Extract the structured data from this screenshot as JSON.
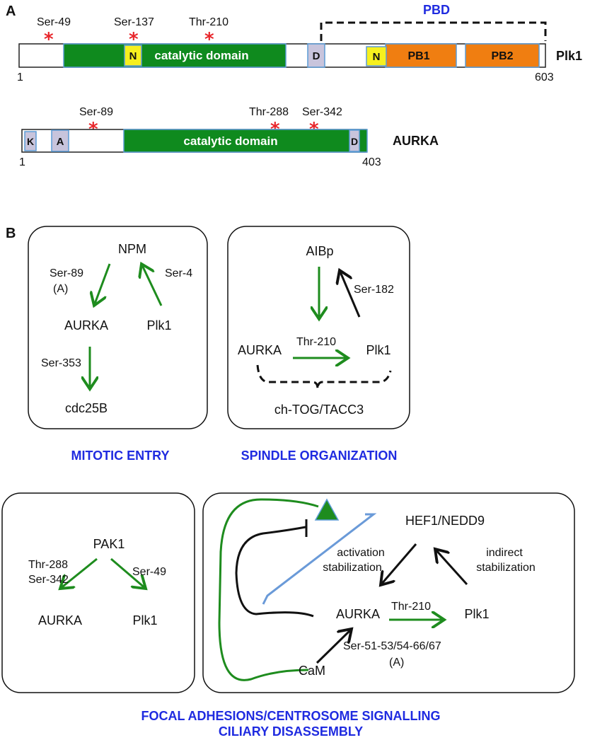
{
  "panel_labels": {
    "a": "A",
    "b": "B"
  },
  "plk1": {
    "name": "Plk1",
    "start": "1",
    "end": "603",
    "sites": [
      "Ser-49",
      "Ser-137",
      "Thr-210"
    ],
    "catalytic": "catalytic domain",
    "n_box": "N",
    "d_box": "D",
    "n_box2": "N",
    "pb1": "PB1",
    "pb2": "PB2",
    "pbd": "PBD"
  },
  "aurka": {
    "name": "AURKA",
    "start": "1",
    "end": "403",
    "sites": [
      "Ser-89",
      "Thr-288",
      "Ser-342"
    ],
    "k_box": "K",
    "a_box": "A",
    "catalytic": "catalytic domain",
    "d_box": "D"
  },
  "star": "*",
  "mitotic": {
    "npm": "NPM",
    "aurka": "AURKA",
    "plk1": "Plk1",
    "cdc25b": "cdc25B",
    "ser89": "Ser-89",
    "ser89_a": "(A)",
    "ser4": "Ser-4",
    "ser353": "Ser-353",
    "caption": "MITOTIC ENTRY"
  },
  "spindle": {
    "aibp": "AIBp",
    "aurka": "AURKA",
    "plk1": "Plk1",
    "thr210": "Thr-210",
    "ser182": "Ser-182",
    "chtog": "ch-TOG/TACC3",
    "caption": "SPINDLE ORGANIZATION"
  },
  "focal": {
    "pak1": "PAK1",
    "thr288": "Thr-288",
    "ser342": "Ser-342",
    "ser49": "Ser-49",
    "aurka": "AURKA",
    "plk1": "Plk1"
  },
  "cilia": {
    "hef1": "HEF1/NEDD9",
    "activation": "activation",
    "stabilization": "stabilization",
    "indirect": "indirect",
    "stabilization2": "stabilization",
    "aurka": "AURKA",
    "thr210": "Thr-210",
    "plk1": "Plk1",
    "sites": "Ser-51-53/54-66/67",
    "sites_a": "(A)",
    "cam": "CaM"
  },
  "caption_bottom_1": "FOCAL ADHESIONS/CENTROSOME SIGNALLING",
  "caption_bottom_2": "CILIARY DISASSEMBLY",
  "colors": {
    "catalytic": "#0f8a1e",
    "pb": "#f07e11",
    "n_box": "#f6f01e",
    "small_box": "#c8c4dc",
    "star": "#e8262b",
    "arrow_green": "#1e8c1e",
    "caption_blue": "#1f2be0"
  }
}
